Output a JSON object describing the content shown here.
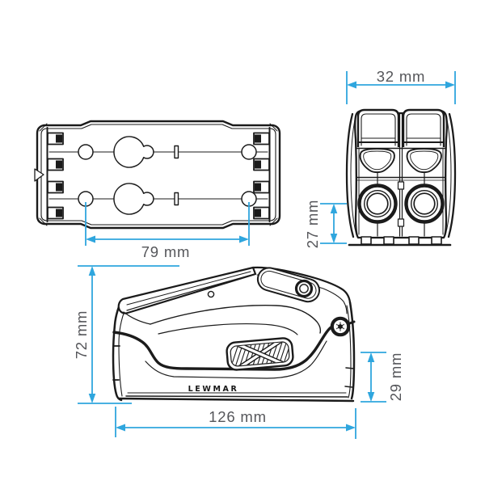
{
  "figure": {
    "brand_label": "LEWMAR",
    "colors": {
      "accent": "#2FA6DE",
      "dim-text": "#55565A",
      "line": "#1B1B1B"
    },
    "dimensions": {
      "mounting_hole_spacing": "79 mm",
      "overall_width": "32 mm",
      "rope_center_height": "27 mm",
      "overall_height": "72 mm",
      "overall_length": "126 mm",
      "rear_height": "29 mm"
    }
  }
}
